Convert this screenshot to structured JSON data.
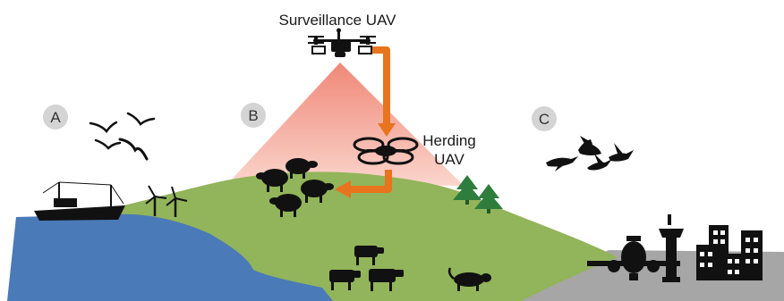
{
  "labels": {
    "surveillance_uav": "Surveillance UAV",
    "herding_line1": "Herding",
    "herding_line2": "UAV",
    "zone_a": "A",
    "zone_b": "B",
    "zone_c": "C"
  },
  "colors": {
    "water": "#4a7ab8",
    "land": "#92b45a",
    "ground": "#a6a6a6",
    "camera_cone": "#f3a596",
    "arrow": "#e8741e",
    "tree": "#2f7d3d",
    "zone_marker": "#d4d4d4",
    "silhouette": "#111111"
  },
  "icons": [
    "surveillance-drone-icon",
    "herding-drone-icon",
    "fishing-boat-icon",
    "wind-turbine-icon",
    "bird-icon",
    "sheep-icon",
    "cow-icon",
    "tiger-icon",
    "pine-tree-icon",
    "airplane-icon",
    "control-tower-icon",
    "city-buildings-icon",
    "goose-icon"
  ]
}
